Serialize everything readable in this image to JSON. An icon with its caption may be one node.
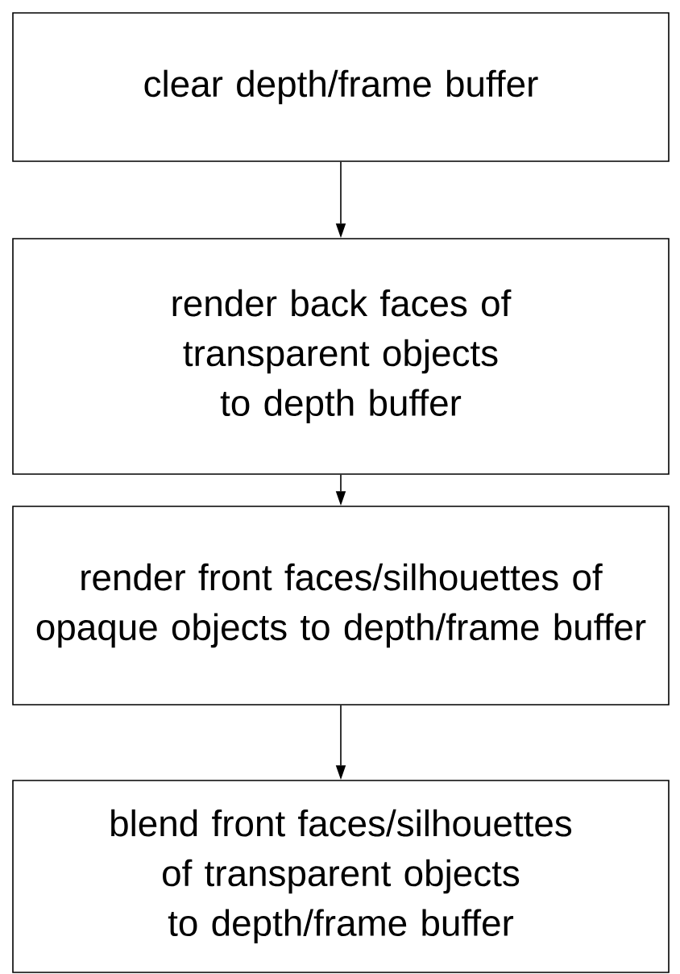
{
  "diagram": {
    "nodes": [
      {
        "text": [
          "clear depth/frame buffer"
        ]
      },
      {
        "text": [
          "render back faces of transparent objects to depth buffer"
        ]
      },
      {
        "text": [
          "render front faces/silhouettes of opaque objects to depth/frame buffer"
        ]
      },
      {
        "text": [
          "blend front faces/silhouettes of transparent objects to depth/frame buffer"
        ]
      }
    ],
    "edges": [
      {
        "from": 0,
        "to": 1,
        "arrow": "to"
      },
      {
        "from": 1,
        "to": 2,
        "arrow": "to"
      },
      {
        "from": 2,
        "to": 3,
        "arrow": "to"
      }
    ]
  }
}
